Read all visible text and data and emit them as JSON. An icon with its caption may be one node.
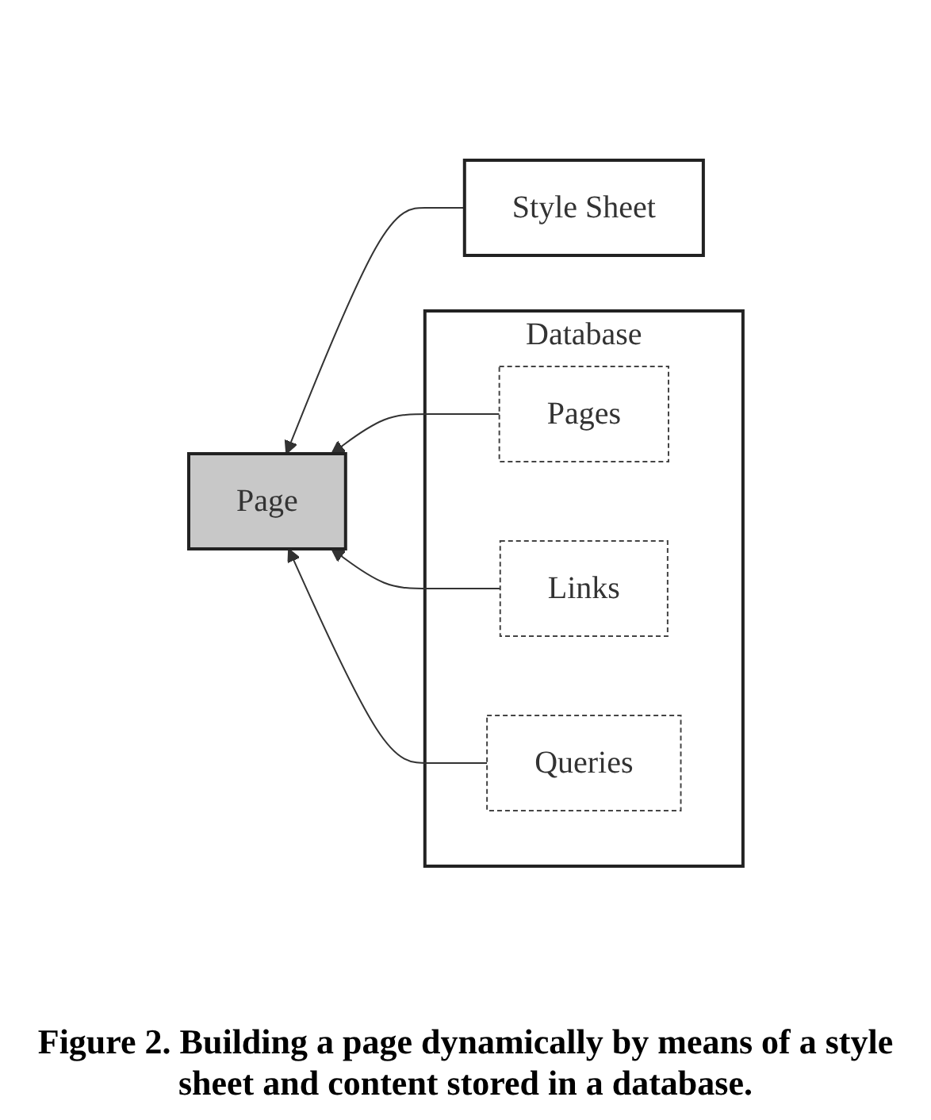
{
  "diagram": {
    "caption": "Figure 2. Building a page dynamically by means of a style sheet and content stored in a database.",
    "nodes": [
      {
        "text": [
          "Style Sheet"
        ]
      },
      {
        "text": [
          "Page"
        ]
      },
      {
        "text": [
          "Database"
        ]
      },
      {
        "text": [
          "Pages"
        ],
        "in": 2
      },
      {
        "text": [
          "Links"
        ],
        "in": 2
      },
      {
        "text": [
          "Queries"
        ],
        "in": 2
      }
    ],
    "edges": [
      {
        "from": 0,
        "to": 1,
        "arrow": "to"
      },
      {
        "from": 3,
        "to": 1,
        "arrow": "to"
      },
      {
        "from": 4,
        "to": 1,
        "arrow": "to"
      },
      {
        "from": 5,
        "to": 1,
        "arrow": "to"
      }
    ]
  }
}
